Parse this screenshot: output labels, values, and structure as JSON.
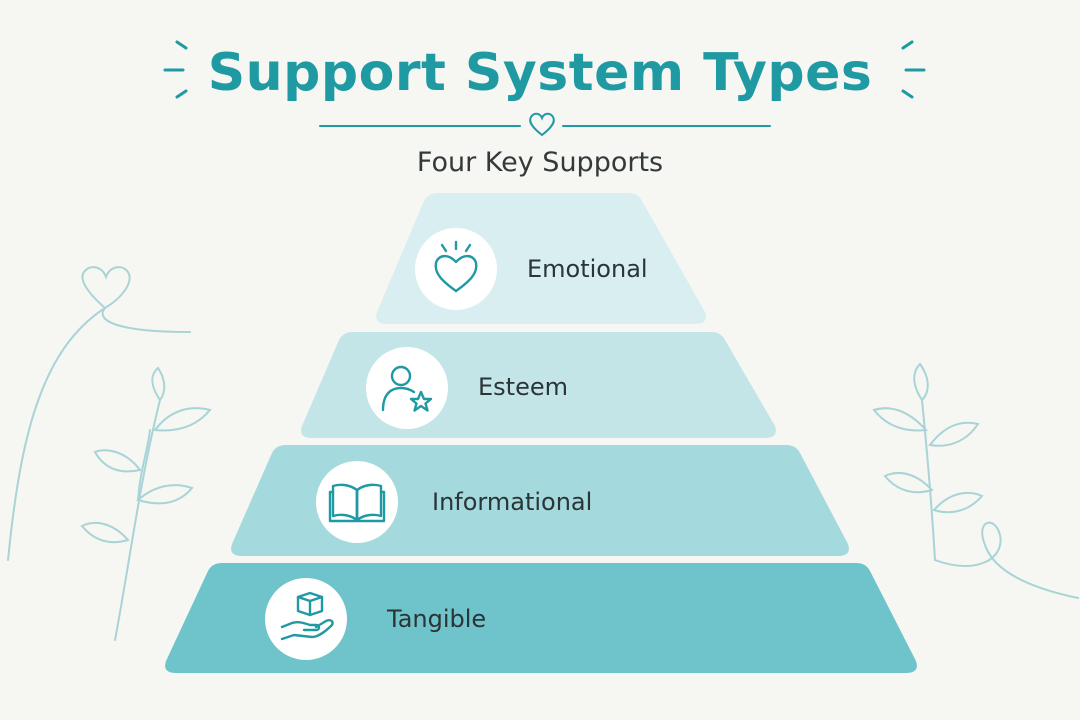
{
  "header": {
    "title": "Support System Types",
    "subtitle": "Four Key Supports"
  },
  "pyramid": {
    "tiers": [
      {
        "label": "Emotional",
        "icon": "heart-icon",
        "fill": "#d9eef0"
      },
      {
        "label": "Esteem",
        "icon": "person-star-icon",
        "fill": "#c4e5e8"
      },
      {
        "label": "Informational",
        "icon": "open-book-icon",
        "fill": "#a4d9dd"
      },
      {
        "label": "Tangible",
        "icon": "hand-box-icon",
        "fill": "#6fc4cb"
      }
    ]
  },
  "colors": {
    "accent": "#1f9aa3",
    "background": "#f6f6f3",
    "text": "#2b3436",
    "decoration": "#a9d4d6"
  }
}
